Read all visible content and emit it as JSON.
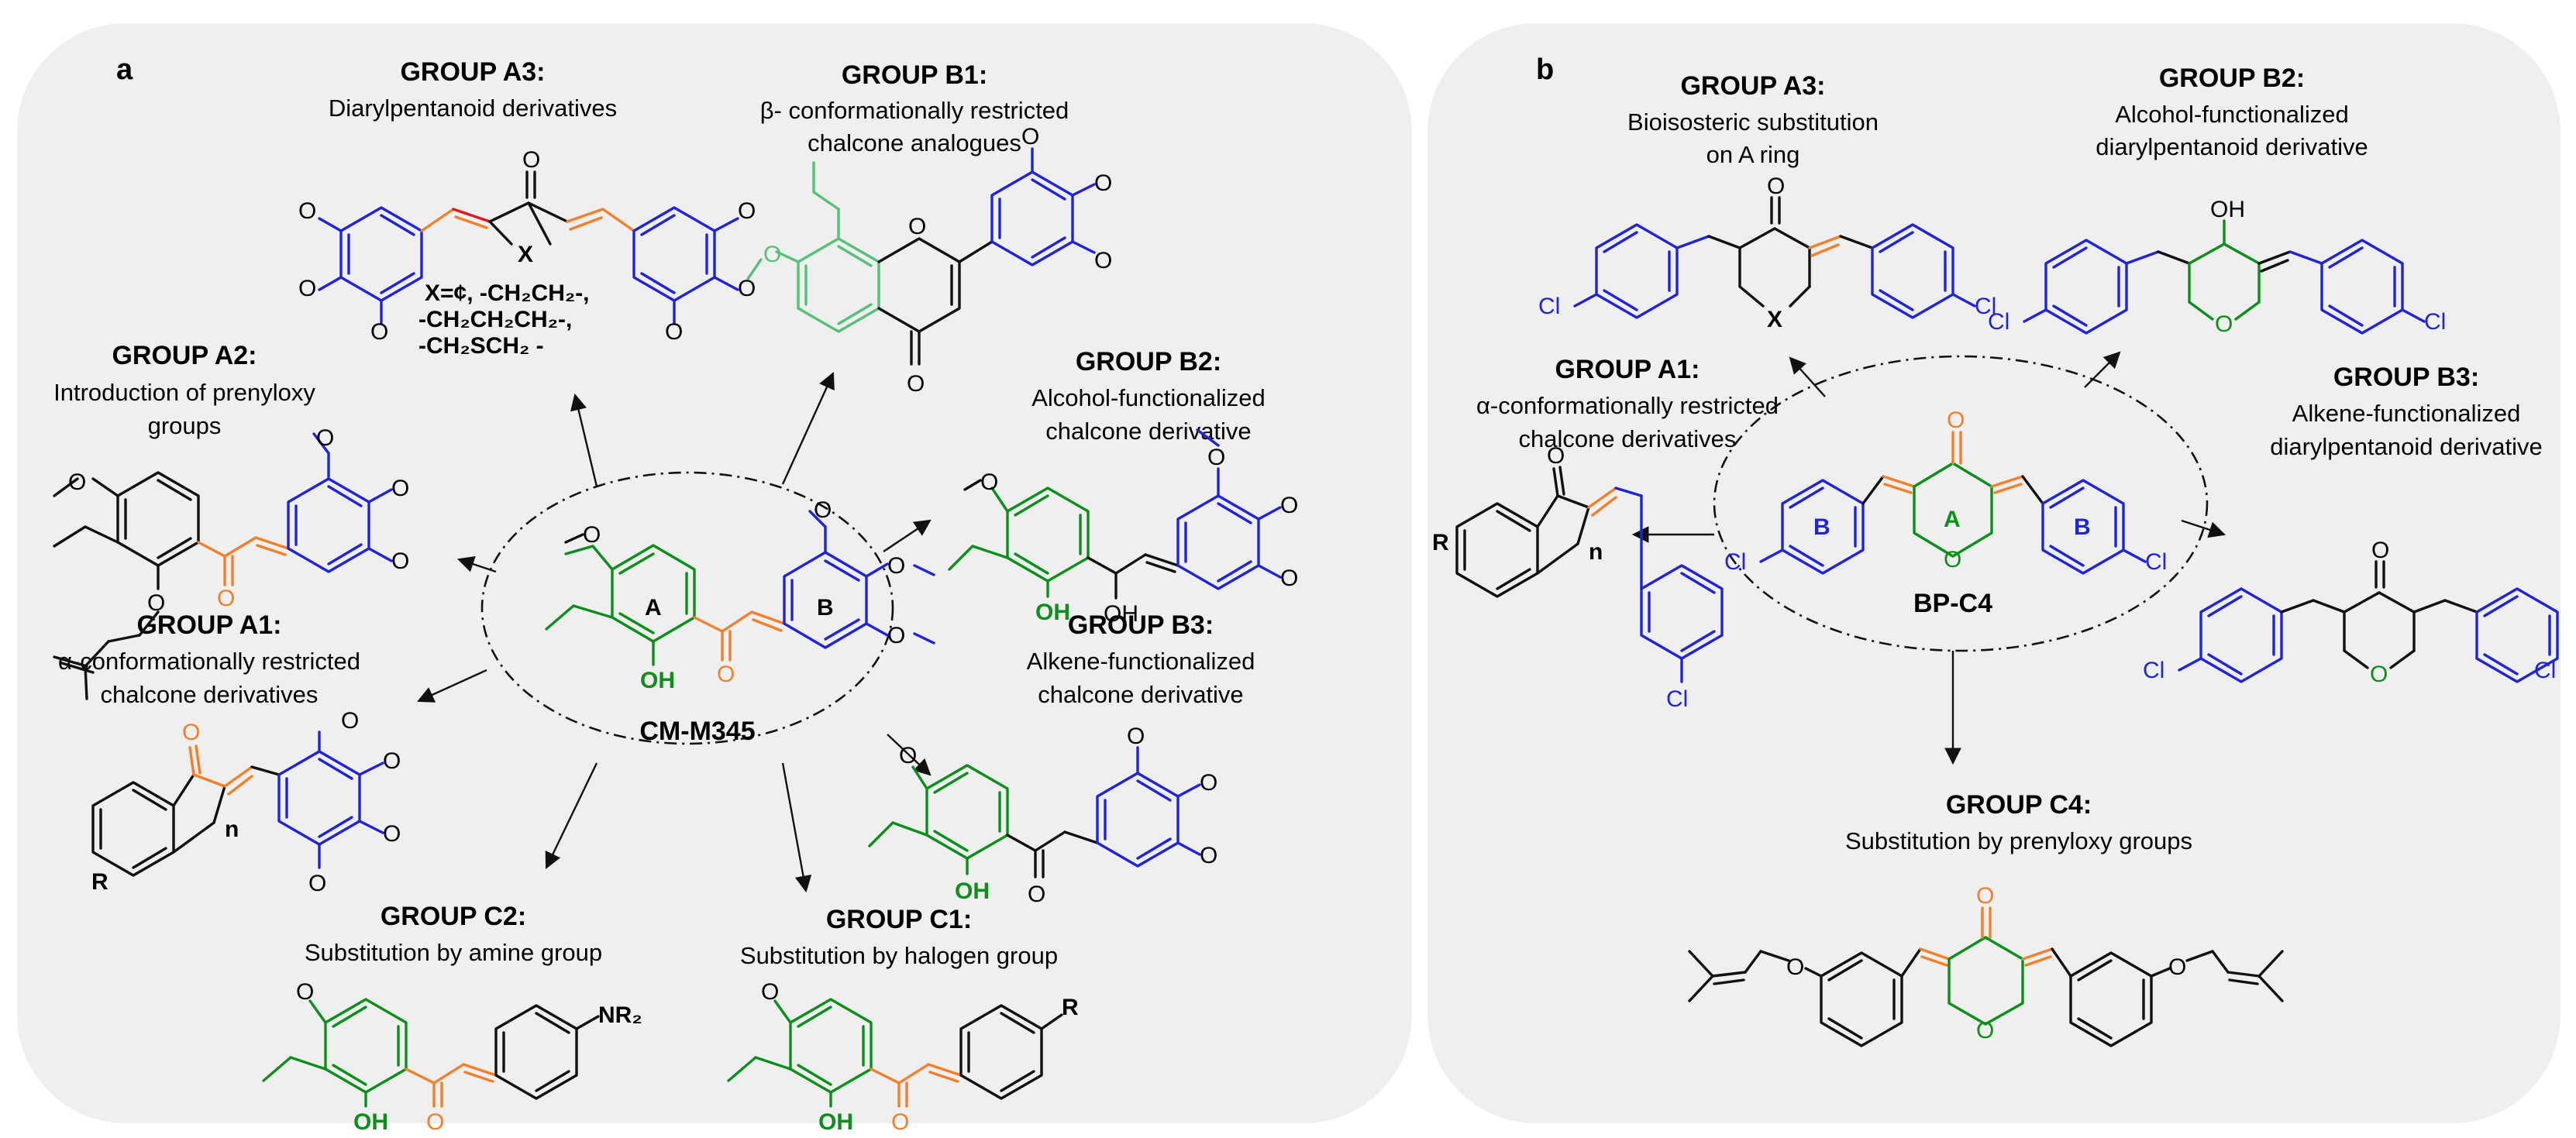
{
  "panels": {
    "a": {
      "label": "a",
      "core": {
        "name": "CM-M345",
        "ring_a": "A",
        "ring_b": "B"
      },
      "groups": [
        {
          "id": "a-A3",
          "title": "GROUP A3:",
          "lines": [
            "Diarylpentanoid derivatives"
          ]
        },
        {
          "id": "a-B1",
          "title": "GROUP B1:",
          "lines": [
            "β- conformationally restricted",
            "chalcone analogues"
          ]
        },
        {
          "id": "a-A2",
          "title": "GROUP A2:",
          "lines": [
            "Introduction of prenyloxy",
            "groups"
          ]
        },
        {
          "id": "a-B2",
          "title": "GROUP B2:",
          "lines": [
            "Alcohol-functionalized",
            "chalcone derivative"
          ]
        },
        {
          "id": "a-A1",
          "title": "GROUP A1:",
          "lines": [
            "α-conformationally restricted",
            "chalcone derivatives"
          ]
        },
        {
          "id": "a-B3",
          "title": "GROUP B3:",
          "lines": [
            "Alkene-functionalized",
            "chalcone derivative"
          ]
        },
        {
          "id": "a-C2",
          "title": "GROUP C2:",
          "lines": [
            "Substitution by amine group"
          ]
        },
        {
          "id": "a-C1",
          "title": "GROUP C1:",
          "lines": [
            "Substitution by halogen group"
          ]
        }
      ],
      "x_options": [
        "X=¢, -CH₂CH₂-,",
        "-CH₂CH₂CH₂-,",
        "-CH₂SCH₂ -"
      ]
    },
    "b": {
      "label": "b",
      "core": {
        "name": "BP-C4",
        "ring_a": "A",
        "ring_b": "B"
      },
      "groups": [
        {
          "id": "b-A3",
          "title": "GROUP A3:",
          "lines": [
            "Bioisosteric substitution",
            "on A ring"
          ]
        },
        {
          "id": "b-B2",
          "title": "GROUP B2:",
          "lines": [
            "Alcohol-functionalized",
            "diarylpentanoid  derivative"
          ]
        },
        {
          "id": "b-A1",
          "title": "GROUP A1:",
          "lines": [
            "α-conformationally restricted",
            "chalcone derivatives"
          ]
        },
        {
          "id": "b-B3",
          "title": "GROUP B3:",
          "lines": [
            "Alkene-functionalized",
            "diarylpentanoid  derivative"
          ]
        },
        {
          "id": "b-C4",
          "title": "GROUP C4:",
          "lines": [
            "Substitution by prenyloxy groups"
          ]
        }
      ]
    }
  },
  "atoms": {
    "O": "O",
    "OH": "OH",
    "X": "X",
    "Cl": "Cl",
    "R": "R",
    "n": "n",
    "NR2": "NR₂"
  },
  "colors": {
    "ring_a": "#0a8f1a",
    "ring_b": "#1f24d8",
    "linker": "#f2802a",
    "bond_red": "#e0191b",
    "panel_bg": "#efefef"
  }
}
